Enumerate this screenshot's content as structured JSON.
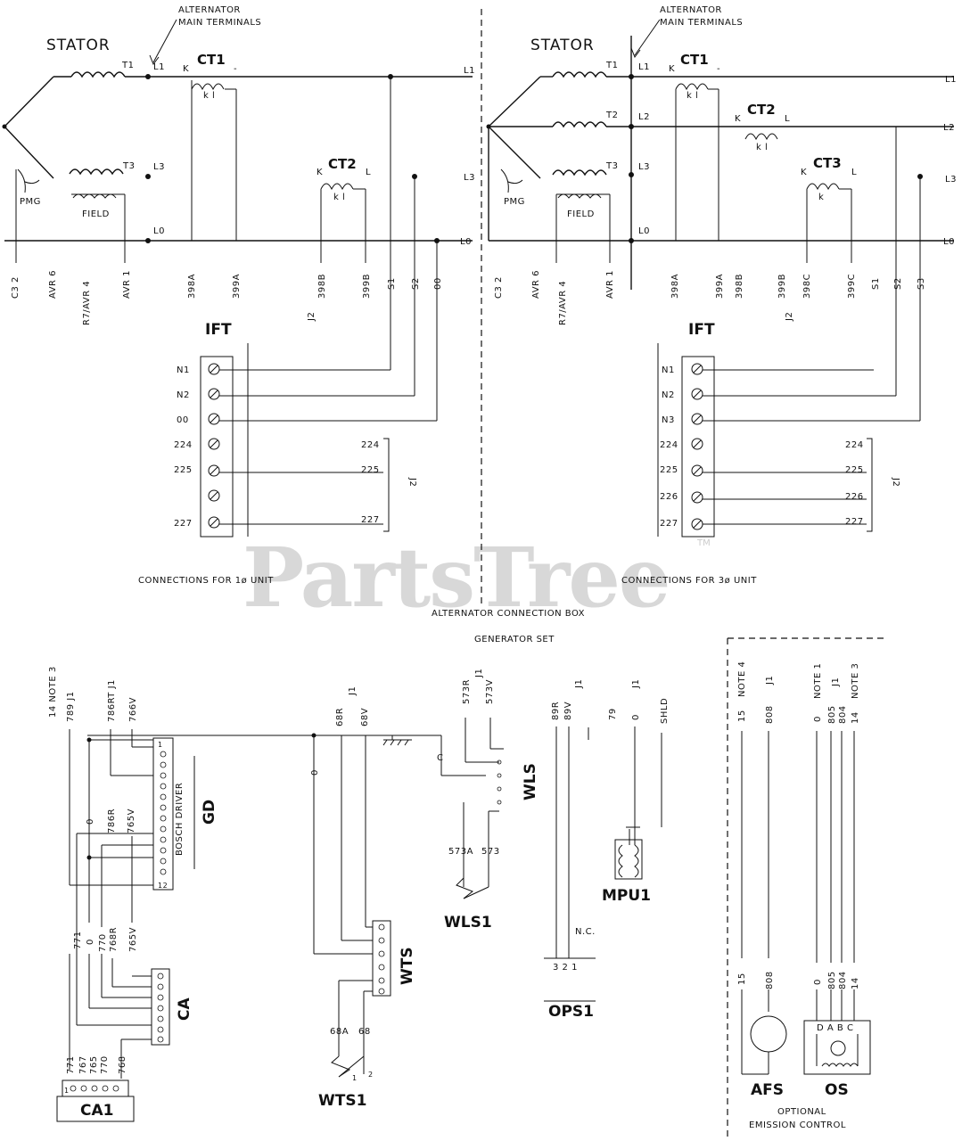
{
  "watermark": "PartsTree",
  "watermark_tm": "TM",
  "left_panel": {
    "alternator_label_1": "ALTERNATOR",
    "alternator_label_2": "MAIN TERMINALS",
    "stator": "STATOR",
    "ct1": "CT1",
    "ct2": "CT2",
    "t1": "T1",
    "t3": "T3",
    "l1_a": "L1",
    "l1_b": "L1",
    "l3_a": "L3",
    "l3_b": "L3",
    "l0_a": "L0",
    "l0_b": "L0",
    "pmg": "PMG",
    "field": "FIELD",
    "k": "K",
    "l": "L",
    "kl": "k  l",
    "bottom_labels": [
      "C3 2",
      "AVR 6",
      "R7/AVR 4",
      "AVR 1",
      "398A",
      "399A",
      "J2",
      "398B",
      "399B",
      "S1",
      "S2",
      "00"
    ],
    "ift": "IFT",
    "ift_terminals": [
      "N1",
      "N2",
      "00",
      "224",
      "225",
      "",
      "227"
    ],
    "j2_labels": [
      "224",
      "225",
      "227"
    ],
    "j2": "J2",
    "connections": "CONNECTIONS FOR 1ø UNIT"
  },
  "right_panel": {
    "alternator_label_1": "ALTERNATOR",
    "alternator_label_2": "MAIN TERMINALS",
    "stator": "STATOR",
    "ct1": "CT1",
    "ct2": "CT2",
    "ct3": "CT3",
    "t1": "T1",
    "t2": "T2",
    "t3": "T3",
    "l1_a": "L1",
    "l1_b": "L1",
    "l2_a": "L2",
    "l2_b": "L2",
    "l3_a": "L3",
    "l3_b": "L3",
    "l0_a": "L0",
    "l0_b": "L0",
    "pmg": "PMG",
    "field": "FIELD",
    "bottom_labels": [
      "C3 2",
      "AVR 6",
      "R7/AVR 4",
      "AVR 1",
      "398A",
      "399A",
      "398B",
      "J2",
      "399B",
      "398C",
      "399C",
      "S1",
      "S2",
      "S3"
    ],
    "ift": "IFT",
    "ift_terminals": [
      "N1",
      "N2",
      "N3",
      "224",
      "225",
      "226",
      "227"
    ],
    "j2_labels": [
      "224",
      "225",
      "226",
      "227"
    ],
    "j2": "J2",
    "connections": "CONNECTIONS FOR 3ø UNIT"
  },
  "center": {
    "alternator_box": "ALTERNATOR CONNECTION BOX",
    "generator_set": "GENERATOR SET"
  },
  "lower": {
    "note3_left": "14 NOTE 3",
    "wire_top_labels": [
      "789 J1",
      "786RT J1",
      "766V"
    ],
    "gd": "GD",
    "gd_sub": "BOSCH DRIVER",
    "gd_pins": [
      "1",
      "12"
    ],
    "gd_wires": [
      "0",
      "786R",
      "765V"
    ],
    "ca_wires": [
      "771",
      "0",
      "770",
      "768R",
      "765V"
    ],
    "ca": "CA",
    "ca1": "CA1",
    "ca1_wires": [
      "771",
      "767",
      "765",
      "770",
      "768"
    ],
    "ca1_pins": "1",
    "wts_top": [
      "68R",
      "J1",
      "68V"
    ],
    "wts_0": "0",
    "wts": "WTS",
    "wts1": "WTS1",
    "wts1_labels": [
      "68A",
      "68"
    ],
    "wts1_pins": [
      "1",
      "2"
    ],
    "wls_top": [
      "573R",
      "J1",
      "573V"
    ],
    "wls_c": "C",
    "wls": "WLS",
    "wls1": "WLS1",
    "wls1_labels": [
      "573A",
      "573"
    ],
    "ops_top": [
      "89R",
      "89V",
      "J1"
    ],
    "ops_nc": "N.C.",
    "ops_pins": "3 2 1",
    "ops1": "OPS1",
    "mpu_top": [
      "79",
      "0",
      "SHLD",
      "J1"
    ],
    "mpu1": "MPU1",
    "afs_top": [
      "15",
      "NOTE 4",
      "808",
      "J1"
    ],
    "afs_bottom": [
      "15",
      "808"
    ],
    "afs": "AFS",
    "os_top": [
      "0",
      "NOTE 1",
      "805",
      "804",
      "J1",
      "14",
      "NOTE 3"
    ],
    "os_bottom": [
      "0",
      "805",
      "804",
      "14"
    ],
    "os_pins": "D A B C",
    "os": "OS",
    "optional": "OPTIONAL",
    "emission": "EMISSION CONTROL"
  }
}
